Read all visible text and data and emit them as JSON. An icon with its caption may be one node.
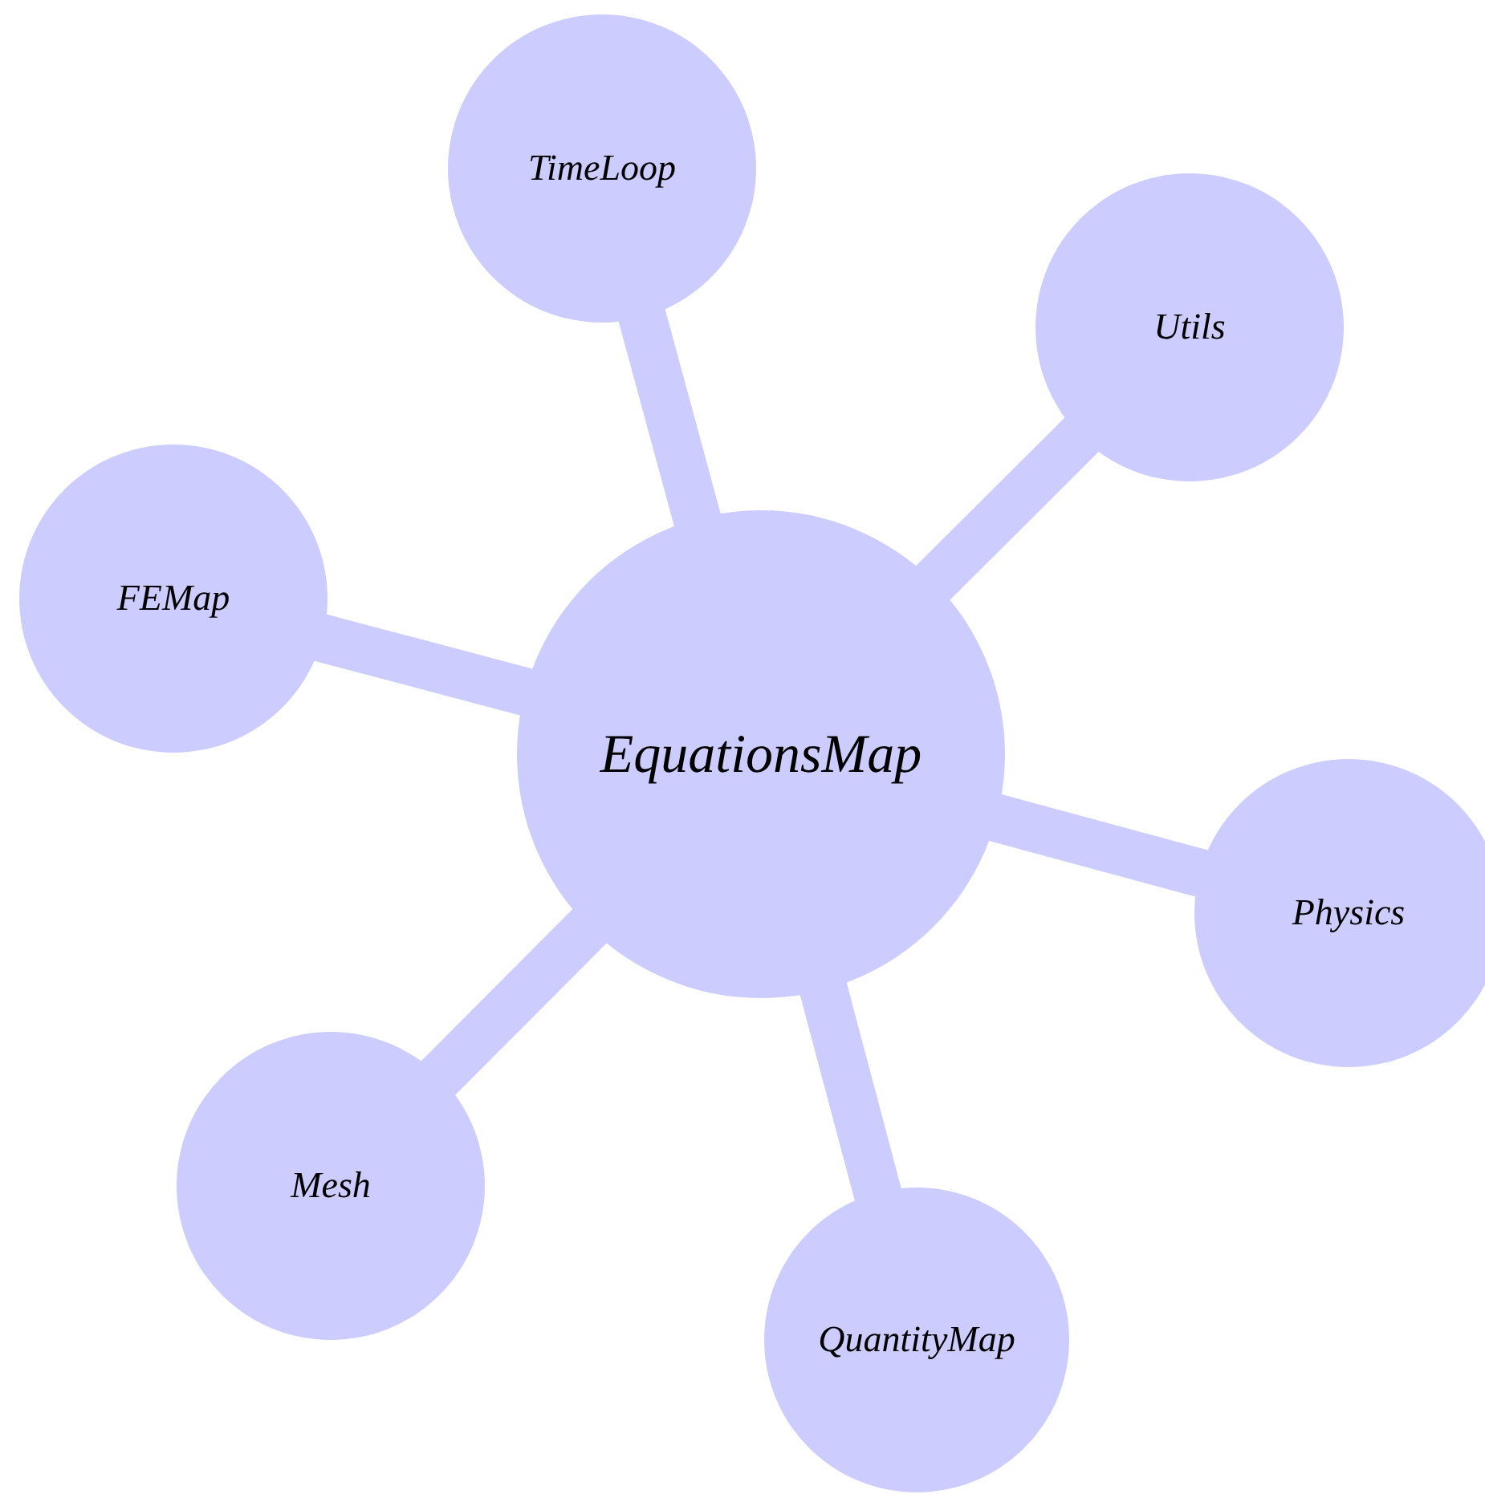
{
  "diagram": {
    "nodes": [
      {
        "text": [
          "EquationsMap"
        ]
      },
      {
        "text": [
          "TimeLoop"
        ]
      },
      {
        "text": [
          "Utils"
        ]
      },
      {
        "text": [
          "FEMap"
        ]
      },
      {
        "text": [
          "Physics"
        ]
      },
      {
        "text": [
          "Mesh"
        ]
      },
      {
        "text": [
          "QuantityMap"
        ]
      }
    ],
    "edges": [
      {
        "from": 0,
        "to": 1,
        "arrow": "none"
      },
      {
        "from": 0,
        "to": 2,
        "arrow": "none"
      },
      {
        "from": 0,
        "to": 3,
        "arrow": "none"
      },
      {
        "from": 0,
        "to": 4,
        "arrow": "none"
      },
      {
        "from": 0,
        "to": 5,
        "arrow": "none"
      },
      {
        "from": 0,
        "to": 6,
        "arrow": "none"
      }
    ]
  }
}
